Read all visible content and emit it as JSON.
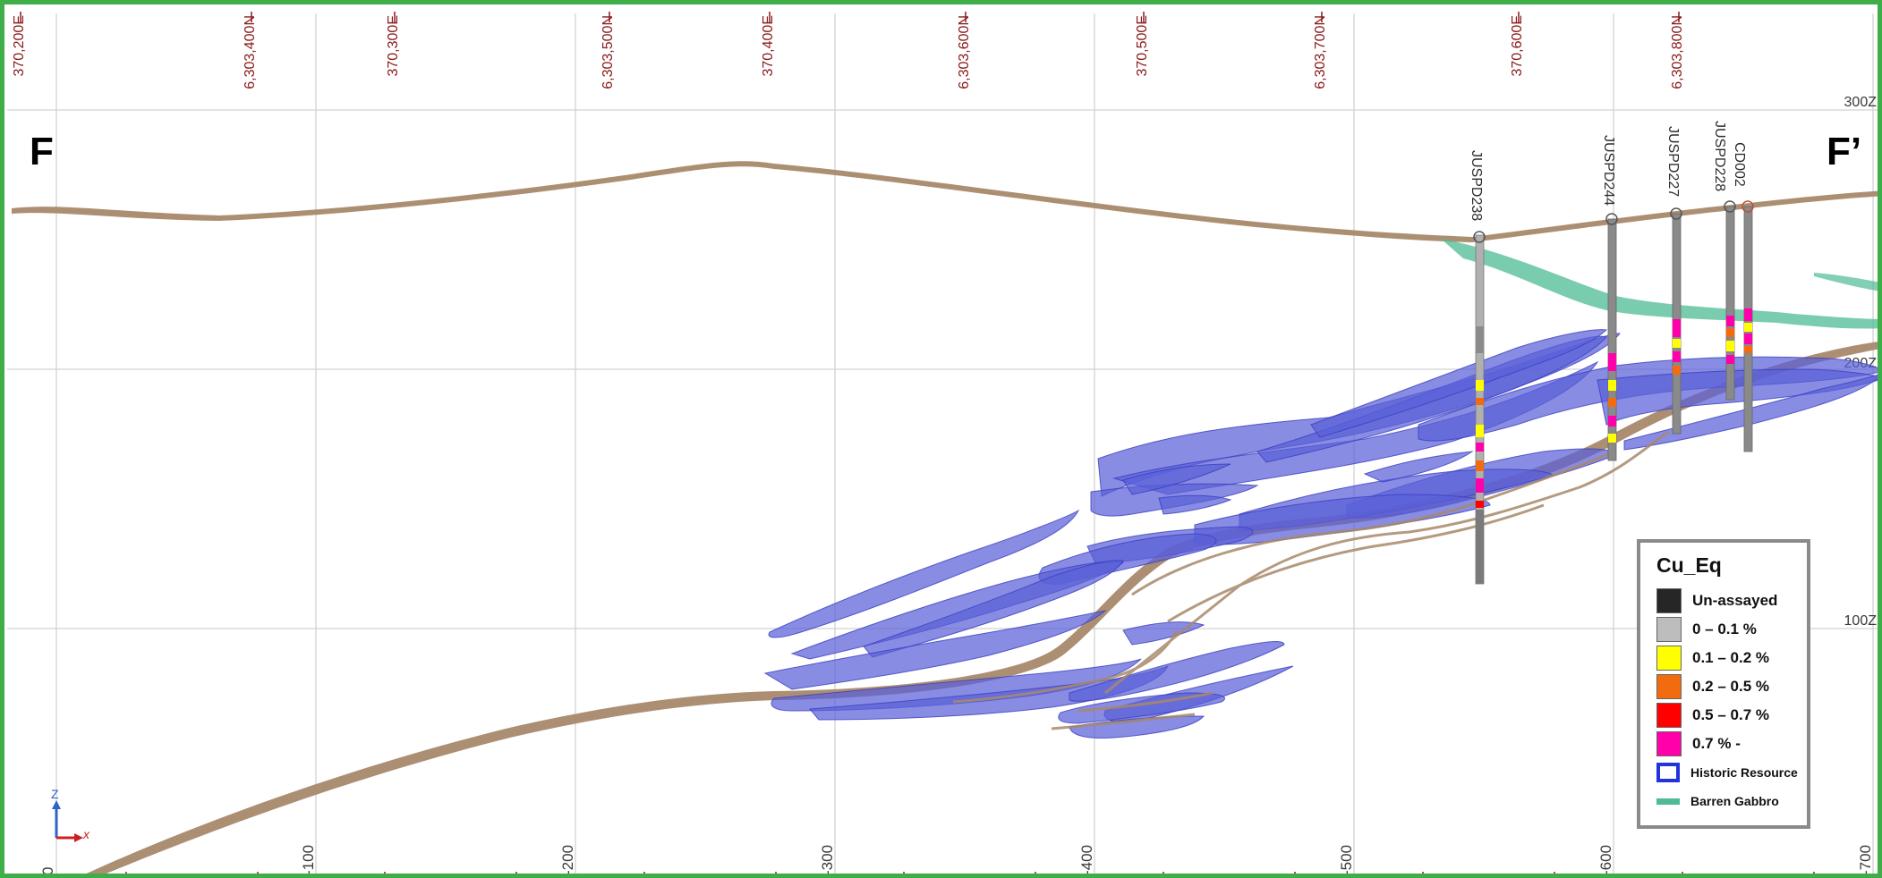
{
  "section": {
    "start_label": "F",
    "end_label": "F’"
  },
  "top_axis": {
    "labels": [
      "370,200E",
      "6,303,400N",
      "370,300E",
      "6,303,500N",
      "370,400E",
      "6,303,600N",
      "370,500E",
      "6,303,700N",
      "370,600E",
      "6,303,800N"
    ]
  },
  "bottom_axis": {
    "labels": [
      "0",
      "-100",
      "-200",
      "-300",
      "-400",
      "-500",
      "-600",
      "-700"
    ]
  },
  "elevation_axis": {
    "labels": [
      "300Z",
      "200Z",
      "100Z"
    ]
  },
  "drillholes": {
    "names": [
      "JUSPD238",
      "JUSPD244",
      "JUSPD227",
      "JUSPD228",
      "CD002"
    ]
  },
  "orientation": {
    "vertical_axis": "Z",
    "horizontal_axis": "X"
  },
  "legend": {
    "title": "Cu_Eq",
    "items": [
      {
        "label": "Un-assayed",
        "color": "#262626"
      },
      {
        "label": "0 – 0.1 %",
        "color": "#bdbdbd"
      },
      {
        "label": "0.1 – 0.2 %",
        "color": "#ffff00"
      },
      {
        "label": "0.2 – 0.5 %",
        "color": "#f26b0f"
      },
      {
        "label": "0.5 – 0.7 %",
        "color": "#ff0000"
      },
      {
        "label": "0.7 % -",
        "color": "#ff00aa"
      }
    ],
    "historic_label": "Historic Resource",
    "historic_color": "#2233dd",
    "gabbro_label": "Barren Gabbro",
    "gabbro_color": "#4dbb93"
  },
  "colors": {
    "frame": "#3fae49",
    "surface": "#a8896b",
    "resource_fill": "#5a5fd8",
    "gabbro": "#4dbb93",
    "coord_text": "#8a1a1a"
  }
}
